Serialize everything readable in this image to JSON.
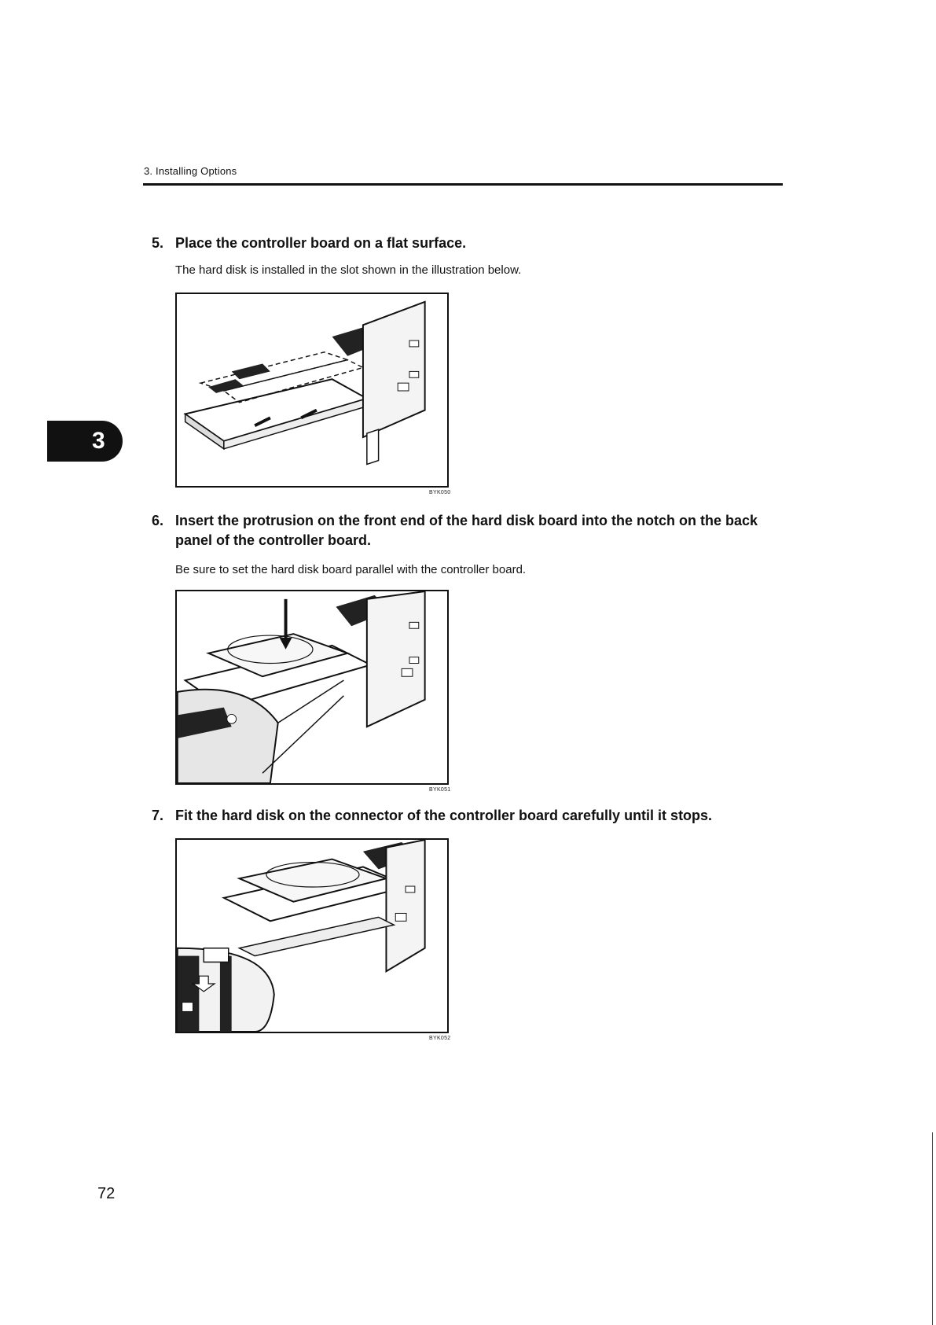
{
  "header": {
    "section": "3. Installing Options"
  },
  "chapter_tab": {
    "number": "3"
  },
  "steps": [
    {
      "number": "5.",
      "title": "Place the controller board on a flat surface.",
      "description": "The hard disk is installed in the slot shown in the illustration below.",
      "figure_code": "BYK050"
    },
    {
      "number": "6.",
      "title": "Insert the protrusion on the front end of the hard disk board into the notch on the back panel of the controller board.",
      "description": "Be sure to set the hard disk board parallel with the controller board.",
      "figure_code": "BYK051"
    },
    {
      "number": "7.",
      "title": "Fit the hard disk on the connector of the controller board carefully until it stops.",
      "description": "",
      "figure_code": "BYK052"
    }
  ],
  "page_number": "72"
}
